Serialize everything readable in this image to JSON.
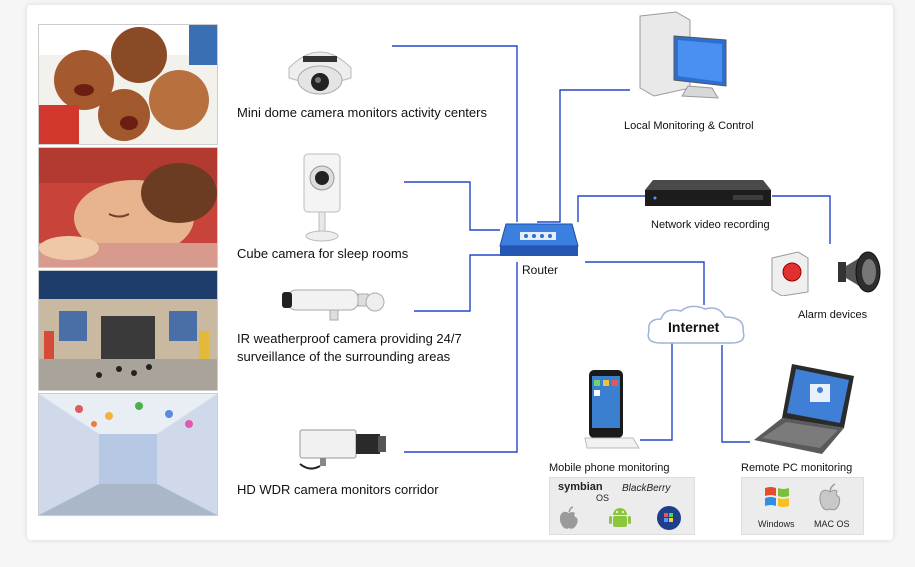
{
  "photos": [
    {
      "scene": "children-looking-down"
    },
    {
      "scene": "sleeping-child"
    },
    {
      "scene": "school-building-entrance"
    },
    {
      "scene": "corridor-with-decorations"
    }
  ],
  "cameras": {
    "mini_dome": "Mini dome camera monitors activity centers",
    "cube": "Cube camera for sleep rooms",
    "ir_weatherproof": "IR weatherproof camera providing 24/7 surveillance of the surrounding areas",
    "hd_wdr": "HD WDR camera monitors corridor"
  },
  "network": {
    "router": "Router",
    "internet": "Internet"
  },
  "right_side": {
    "local_monitoring": "Local Monitoring & Control",
    "nvr": "Network video recording",
    "alarm": "Alarm devices",
    "mobile": "Mobile phone monitoring",
    "remote_pc": "Remote PC monitoring"
  },
  "mobile_os": {
    "symbian": "symbian",
    "symbian_os": "OS",
    "blackberry": "BlackBerry"
  },
  "pc_os": {
    "windows": "Windows",
    "mac": "MAC OS"
  },
  "colors": {
    "wire": "#2546c9",
    "router_blue": "#2c6fd1",
    "background": "#ffffff"
  }
}
